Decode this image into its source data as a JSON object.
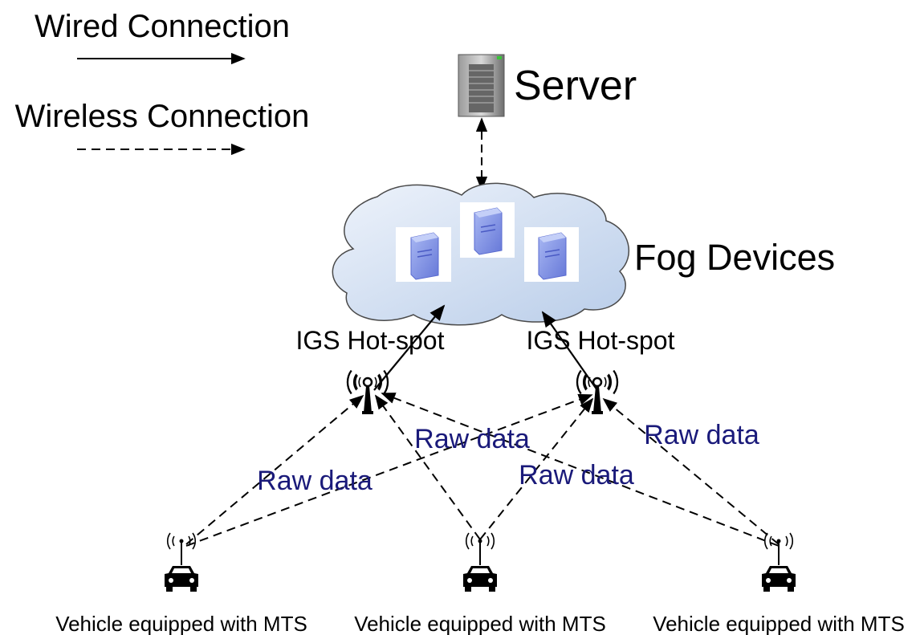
{
  "legend": {
    "wired_label": "Wired Connection",
    "wireless_label": "Wireless Connection"
  },
  "server": {
    "label": "Server",
    "icon": "server-tower-icon"
  },
  "fog": {
    "label": "Fog Devices",
    "icon": "cloud-icon",
    "device_icon": "computer-tower-icon"
  },
  "hotspots": [
    {
      "label": "IGS Hot-spot",
      "icon": "antenna-tower-icon"
    },
    {
      "label": "IGS Hot-spot",
      "icon": "antenna-tower-icon"
    }
  ],
  "raw_data_labels": [
    "Raw data",
    "Raw data",
    "Raw data",
    "Raw data"
  ],
  "vehicles": [
    {
      "label": "Vehicle equipped with MTS",
      "icon": "car-icon"
    },
    {
      "label": "Vehicle equipped with MTS",
      "icon": "car-icon"
    },
    {
      "label": "Vehicle equipped with MTS",
      "icon": "car-icon"
    }
  ],
  "colors": {
    "line": "#000000",
    "raw_text": "#1a1a7a",
    "cloud_fill": "#c9d8ee",
    "device": "#7f93e6"
  }
}
